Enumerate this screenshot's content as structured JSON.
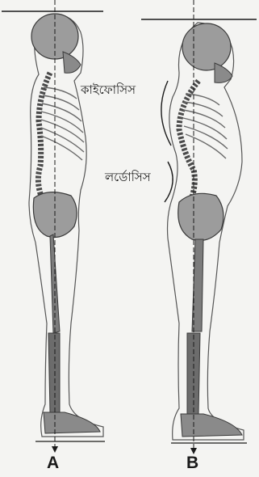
{
  "labels": {
    "kyphosis": "কাইফোসিস",
    "lordosis": "লর্ডোসিস"
  },
  "figures": [
    {
      "id": "A",
      "label": "A"
    },
    {
      "id": "B",
      "label": "B"
    }
  ],
  "colors": {
    "background": "#f4f4f2",
    "line": "#1a1a1a",
    "bone_fill": "#9c9c9c",
    "bone_dark": "#4a4a4a",
    "body_outline": "#444444"
  }
}
